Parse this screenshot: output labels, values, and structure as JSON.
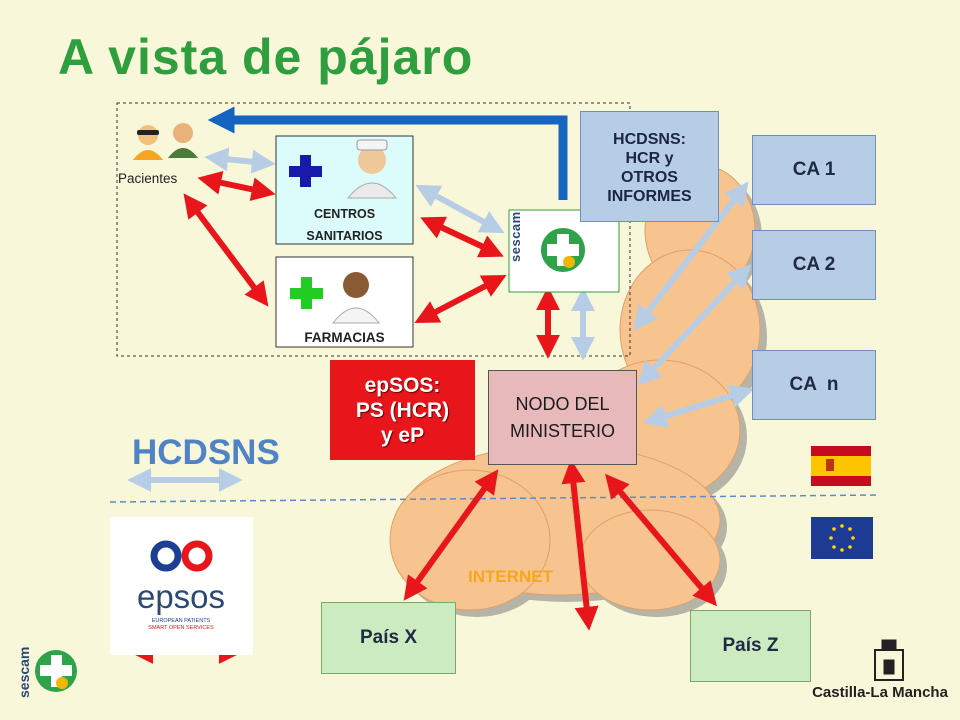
{
  "title": "A vista de pájaro",
  "pacientes_label": "Pacientes",
  "centros_label_1": "CENTROS",
  "centros_label_2": "SANITARIOS",
  "farmacias_label": "FARMACIAS",
  "hcdsns_box": [
    "HCDSNS:",
    "HCR y",
    "OTROS",
    "INFORMES"
  ],
  "epsos_red": [
    "epSOS:",
    "PS (HCR)",
    "y eP"
  ],
  "nodo": [
    "NODO DEL",
    "MINISTERIO"
  ],
  "hcdsns_big": "HCDSNS",
  "internet_label": "INTERNET",
  "ca_boxes": [
    "CA 1",
    "CA 2",
    "CA  n"
  ],
  "paises": [
    "País X",
    "País Z"
  ],
  "epsos_logo": {
    "text": "epsos",
    "sub1": "EUROPEAN PATIENTS",
    "sub2": "SMART OPEN SERVICES"
  },
  "sescam_text": "sescam",
  "castilla_text": "Castilla-La Mancha",
  "colors": {
    "title": "#2e9e3e",
    "red_arrow": "#e8161b",
    "blue_arrow": "#b7cde6",
    "cloud": "#f7c48f"
  }
}
